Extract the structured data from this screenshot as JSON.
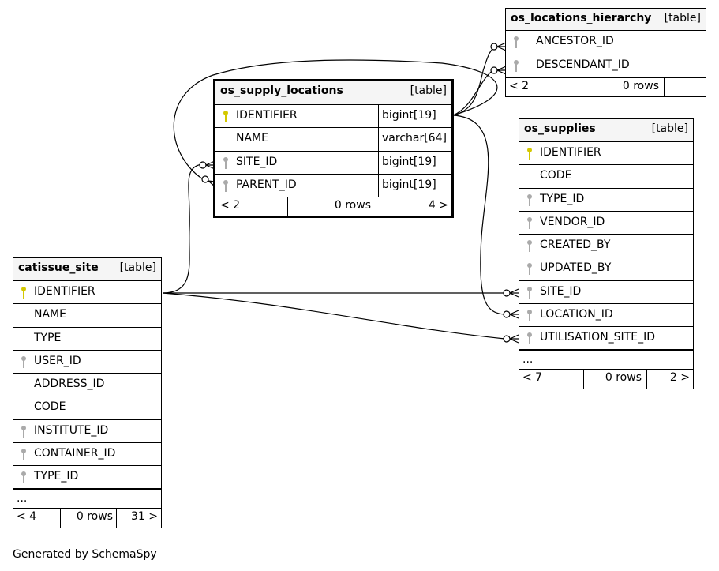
{
  "tables": {
    "os_locations_hierarchy": {
      "name": "os_locations_hierarchy",
      "kind": "[table]",
      "columns": [
        {
          "name": "ANCESTOR_ID",
          "key": "foreign"
        },
        {
          "name": "DESCENDANT_ID",
          "key": "foreign"
        }
      ],
      "footer": {
        "parents": "< 2",
        "rows": "0 rows",
        "children": ""
      }
    },
    "os_supply_locations": {
      "name": "os_supply_locations",
      "kind": "[table]",
      "columns": [
        {
          "name": "IDENTIFIER",
          "type": "bigint[19]",
          "key": "primary"
        },
        {
          "name": "NAME",
          "type": "varchar[64]",
          "key": "none"
        },
        {
          "name": "SITE_ID",
          "type": "bigint[19]",
          "key": "foreign"
        },
        {
          "name": "PARENT_ID",
          "type": "bigint[19]",
          "key": "foreign"
        }
      ],
      "footer": {
        "parents": "< 2",
        "rows": "0 rows",
        "children": "4 >"
      }
    },
    "os_supplies": {
      "name": "os_supplies",
      "kind": "[table]",
      "columns": [
        {
          "name": "IDENTIFIER",
          "key": "primary"
        },
        {
          "name": "CODE",
          "key": "none"
        },
        {
          "name": "TYPE_ID",
          "key": "foreign"
        },
        {
          "name": "VENDOR_ID",
          "key": "foreign"
        },
        {
          "name": "CREATED_BY",
          "key": "foreign"
        },
        {
          "name": "UPDATED_BY",
          "key": "foreign"
        },
        {
          "name": "SITE_ID",
          "key": "foreign"
        },
        {
          "name": "LOCATION_ID",
          "key": "foreign"
        },
        {
          "name": "UTILISATION_SITE_ID",
          "key": "foreign"
        }
      ],
      "more": "...",
      "footer": {
        "parents": "< 7",
        "rows": "0 rows",
        "children": "2 >"
      }
    },
    "catissue_site": {
      "name": "catissue_site",
      "kind": "[table]",
      "columns": [
        {
          "name": "IDENTIFIER",
          "key": "primary"
        },
        {
          "name": "NAME",
          "key": "none"
        },
        {
          "name": "TYPE",
          "key": "none"
        },
        {
          "name": "USER_ID",
          "key": "foreign"
        },
        {
          "name": "ADDRESS_ID",
          "key": "none"
        },
        {
          "name": "CODE",
          "key": "none"
        },
        {
          "name": "INSTITUTE_ID",
          "key": "foreign"
        },
        {
          "name": "CONTAINER_ID",
          "key": "foreign"
        },
        {
          "name": "TYPE_ID",
          "key": "foreign"
        }
      ],
      "more": "...",
      "footer": {
        "parents": "< 4",
        "rows": "0 rows",
        "children": "31 >"
      }
    }
  },
  "relationships": [
    {
      "from": "os_supply_locations.IDENTIFIER",
      "to": "os_locations_hierarchy.ANCESTOR_ID"
    },
    {
      "from": "os_supply_locations.IDENTIFIER",
      "to": "os_locations_hierarchy.DESCENDANT_ID"
    },
    {
      "from": "os_supply_locations.IDENTIFIER",
      "to": "os_supply_locations.PARENT_ID"
    },
    {
      "from": "os_supply_locations.IDENTIFIER",
      "to": "os_supplies.LOCATION_ID"
    },
    {
      "from": "catissue_site.IDENTIFIER",
      "to": "os_supply_locations.SITE_ID"
    },
    {
      "from": "catissue_site.IDENTIFIER",
      "to": "os_supplies.SITE_ID"
    },
    {
      "from": "catissue_site.IDENTIFIER",
      "to": "os_supplies.UTILISATION_SITE_ID"
    }
  ],
  "colors": {
    "primary_key": "#d4c800",
    "foreign_key": "#aaaaaa",
    "header_bg": "#f5f5f5"
  },
  "footer_note": "Generated by SchemaSpy"
}
